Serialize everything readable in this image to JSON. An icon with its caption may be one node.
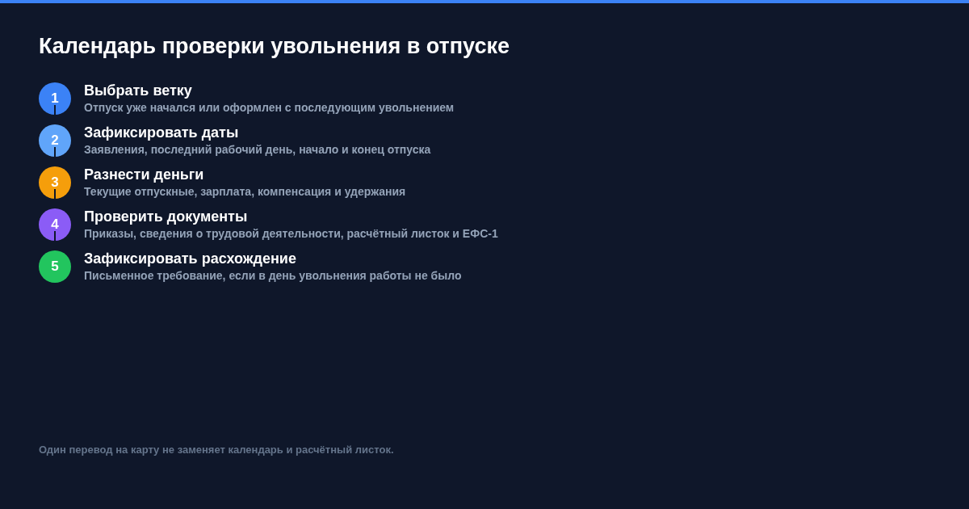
{
  "diagram": {
    "title": "Календарь проверки увольнения в отпуске",
    "nodes": [
      {
        "text": [
          "1"
        ],
        "beside": [
          "Выбрать ветку",
          "Отпуск уже начался или оформлен с последующим увольнением"
        ]
      },
      {
        "text": [
          "2"
        ],
        "beside": [
          "Зафиксировать даты",
          "Заявления, последний рабочий день, начало и конец отпуска"
        ]
      },
      {
        "text": [
          "3"
        ],
        "beside": [
          "Разнести деньги",
          "Текущие отпускные, зарплата, компенсация и удержания"
        ]
      },
      {
        "text": [
          "4"
        ],
        "beside": [
          "Проверить документы",
          "Приказы, сведения о трудовой деятельности, расчётный листок и ЕФС-1"
        ]
      },
      {
        "text": [
          "5"
        ],
        "beside": [
          "Зафиксировать расхождение",
          "Письменное требование, если в день увольнения работы не было"
        ]
      }
    ],
    "labels": [
      "Один перевод на карту не заменяет календарь и расчётный листок."
    ]
  }
}
